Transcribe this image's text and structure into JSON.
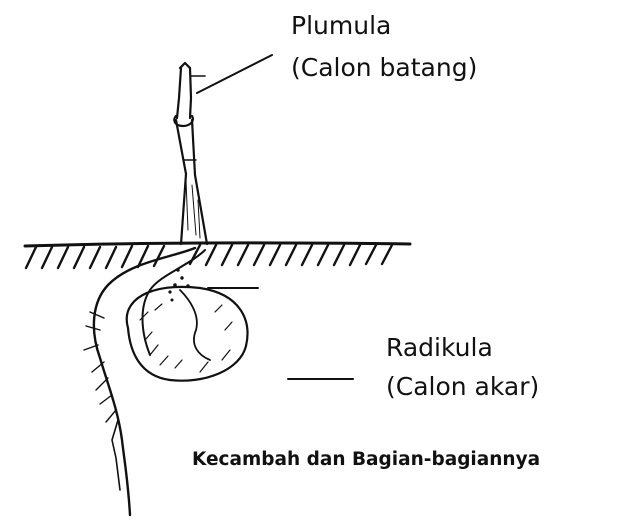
{
  "labels": {
    "plumula": {
      "name": "Plumula",
      "desc": "(Calon batang)"
    },
    "radikula": {
      "name": "Radikula",
      "desc": "(Calon akar)"
    }
  },
  "caption": "Kecambah dan Bagian-bagiannya",
  "colors": {
    "ink": "#111111",
    "background": "#ffffff"
  }
}
